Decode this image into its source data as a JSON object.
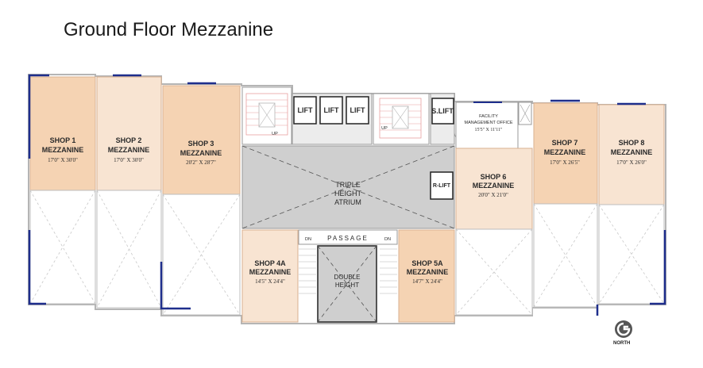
{
  "title": "Ground Floor Mezzanine",
  "colors": {
    "shop_dark": "#f5d3b3",
    "shop_light": "#f8e4d2",
    "atrium": "#cfcfcf",
    "wall_blue": "#1e2e8c",
    "wall_gray": "#b5b5b5"
  },
  "north_label": "NORTH",
  "rooms": {
    "shop1": {
      "name": [
        "SHOP 1",
        "MEZZANINE"
      ],
      "dim": "17'0\" X 30'0\""
    },
    "shop2": {
      "name": [
        "SHOP 2",
        "MEZZANINE"
      ],
      "dim": "17'0\" X 30'0\""
    },
    "shop3": {
      "name": [
        "SHOP 3",
        "MEZZANINE"
      ],
      "dim": "20'2\" X 28'7\""
    },
    "shop4a": {
      "name": [
        "SHOP 4A",
        "MEZZANINE"
      ],
      "dim": "14'5\" X 24'4\""
    },
    "shop5a": {
      "name": [
        "SHOP 5A",
        "MEZZANINE"
      ],
      "dim": "14'7\" X 24'4\""
    },
    "shop6": {
      "name": [
        "SHOP 6",
        "MEZZANINE"
      ],
      "dim": "20'0\" X 21'0\""
    },
    "shop7": {
      "name": [
        "SHOP 7",
        "MEZZANINE"
      ],
      "dim": "17'0\" X 26'5\""
    },
    "shop8": {
      "name": [
        "SHOP 8",
        "MEZZANINE"
      ],
      "dim": "17'0\" X 26'0\""
    },
    "facility": {
      "name": [
        "FACILITY",
        "MANAGEMENT OFFICE"
      ],
      "dim": "15'5\" X 11'11\""
    },
    "atrium": {
      "name": [
        "TRIPLE",
        "HEIGHT",
        "ATRIUM"
      ]
    },
    "double": {
      "name": [
        "DOUBLE",
        "HEIGHT"
      ]
    },
    "passage": "PASSAGE"
  },
  "lifts": [
    "LIFT",
    "LIFT",
    "LIFT",
    "S.LIFT",
    "R-LIFT"
  ],
  "stair_labels": {
    "up": "UP",
    "dn": "DN"
  }
}
